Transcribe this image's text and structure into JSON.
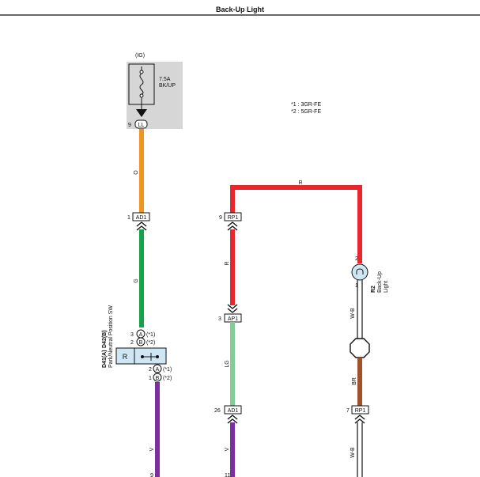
{
  "title": "Back-Up Light",
  "fuse": {
    "supply": "(IG)",
    "rating": "7.5A",
    "name": "BK/UP"
  },
  "notes": [
    "*1 : 3GR-FE",
    "*2 : 5GR-FE"
  ],
  "connectors": {
    "ll": {
      "pin": "9",
      "name": "LL"
    },
    "ad1_top": {
      "pin": "1",
      "name": "AD1"
    },
    "rp1_left": {
      "pin": "9",
      "name": "RP1"
    },
    "ap1": {
      "pin": "3",
      "name": "AP1"
    },
    "ad1_bottom": {
      "pin": "26",
      "name": "AD1"
    },
    "rp1_right": {
      "pin": "7",
      "name": "RP1"
    },
    "bottom_left_pin": "9",
    "bottom_mid_pin": "11"
  },
  "switch": {
    "code_a": "D41(A)",
    "code_b": "D42(B)",
    "name": "Park/Neutral Position SW",
    "pin3": "3",
    "pin2_top": "2",
    "pin2_bottom": "2",
    "pin1": "1",
    "cA": "A",
    "cB": "B",
    "n1": "(*1)",
    "n2": "(*2)",
    "range": "R"
  },
  "lamp": {
    "code": "R2",
    "name": "Back-Up",
    "name2": "Light",
    "pin_top": "2",
    "pin_bottom": "1"
  },
  "wires": {
    "orange": "O",
    "green": "G",
    "violet_left": "V",
    "red_top": "R",
    "red_left": "R",
    "light_green": "LG",
    "violet_mid": "V",
    "wb_upper": "W-B",
    "brown": "BR",
    "wb_lower": "W-B"
  },
  "colors": {
    "orange": "#f0961f",
    "green": "#15a24a",
    "violet": "#7c2fa0",
    "red": "#e8262b",
    "light_green": "#82cc96",
    "brown": "#a0522d",
    "fuse_box": "#d6d6d6",
    "component": "#cfe6f5"
  }
}
